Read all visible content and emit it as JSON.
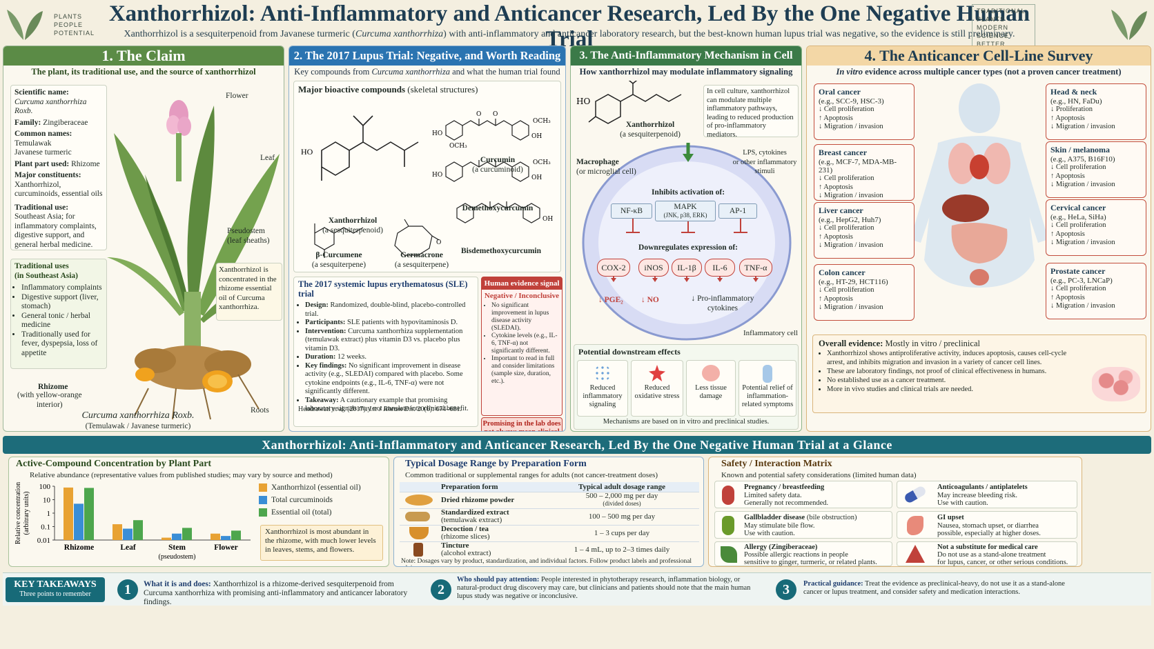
{
  "header": {
    "logo_left": [
      "PLANTS",
      "PEOPLE",
      "POTENTIAL"
    ],
    "title": "Xanthorrhizol: Anti-Inflammatory and Anticancer Research, Led By the One Negative Human Trial",
    "subtitle_a": "Xanthorrhizol is a sesquiterpenoid from Javanese turmeric (",
    "subtitle_italic": "Curcuma xanthorrhiza",
    "subtitle_b": ") with anti-inflammatory and anticancer laboratory research, but the best-known human lupus trial was negative, so the evidence is still preliminary.",
    "logo_right": [
      "TRADITIONAL",
      "PLANTS",
      "MODERN SCIENCE",
      "BETTER HEALTH"
    ]
  },
  "p1": {
    "title": "1. The Claim",
    "sub": "The plant, its traditional use, and the source of xanthorrhizol",
    "facts": [
      {
        "k": "Scientific name:",
        "v": "Curcuma xanthorrhiza Roxb."
      },
      {
        "k": "Family:",
        "v": "Zingiberaceae"
      },
      {
        "k": "Common names:",
        "v": "Temulawak\nJavanese turmeric"
      },
      {
        "k": "Plant part used:",
        "v": "Rhizome"
      },
      {
        "k": "Major constituents:",
        "v": "Xanthorrhizol, curcuminoids, essential oils"
      },
      {
        "k": "Traditional use:",
        "v": "Southeast Asia; for inflammatory complaints, digestive support, and general herbal medicine."
      }
    ],
    "trad_title": "Traditional uses\n(in Southeast Asia)",
    "trad": [
      "Inflammatory complaints",
      "Digestive support (liver, stomach)",
      "General tonic / herbal medicine",
      "Traditionally used for fever, dyspepsia, loss of appetite"
    ],
    "labels": {
      "flower": "Flower",
      "leaf": "Leaf",
      "pseudostem": "Pseudostem\n(leaf sheaths)",
      "rhizome": "Rhizome",
      "rhizome_sub": "(with yellow-orange\ninterior)",
      "roots": "Roots"
    },
    "conc_note": "Xanthorrhizol is concentrated in the rhizome essential oil of Curcuma xanthorrhiza.",
    "caption": "Curcuma xanthorrhiza Roxb.",
    "caption_sub": "(Temulawak / Javanese turmeric)"
  },
  "p2": {
    "title": "2. The 2017 Lupus Trial: Negative, and Worth Reading in Full",
    "sub_a": "Key compounds from ",
    "sub_i": "Curcuma xanthorrhiza",
    "sub_b": " and what the human trial found",
    "comp_title": "Major bioactive compounds",
    "comp_title2": " (skeletal structures)",
    "compounds": [
      {
        "n": "Xanthorrhizol",
        "s": "(a sesquiterpenoid)"
      },
      {
        "n": "Curcumin",
        "s": "(a curcuminoid)"
      },
      {
        "n": "Demethoxycurcumin",
        "s": ""
      },
      {
        "n": "Bisdemethoxycurcumin",
        "s": ""
      },
      {
        "n": "β-Curcumene",
        "s": "(a sesquiterpene)"
      },
      {
        "n": "Germacrone",
        "s": "(a sesquiterpene)"
      }
    ],
    "chem": {
      "ho": "HO",
      "oh": "OH",
      "och3": "OCH₃",
      "o": "O"
    },
    "trial_title": "The 2017 systemic lupus erythematosus (SLE) trial",
    "trial": [
      {
        "k": "Design:",
        "v": "Randomized, double-blind, placebo-controlled trial."
      },
      {
        "k": "Participants:",
        "v": "SLE patients with hypovitaminosis D."
      },
      {
        "k": "Intervention:",
        "v": "Curcuma xanthorrhiza supplementation (temulawak extract) plus vitamin D3 vs. placebo plus vitamin D3."
      },
      {
        "k": "Duration:",
        "v": "12 weeks."
      },
      {
        "k": "Key findings:",
        "v": "No significant improvement in disease activity (e.g., SLEDAI) compared with placebo. Some cytokine endpoints (e.g., IL-6, TNF-α) were not significantly different."
      },
      {
        "k": "Takeaway:",
        "v": "A cautionary example that promising laboratory signals may not translate into clinical benefit."
      }
    ],
    "cite_a": "Hendrawati et al. (2017). ",
    "cite_i": "Int J Rheum Dis.",
    "cite_b": " 20(6): 674–681.",
    "signal_title": "Human evidence signal",
    "signal_verdict": "Negative / Inconclusive",
    "signal": [
      "No significant improvement in lupus disease activity (SLEDAI).",
      "Cytokine levels (e.g., IL-6, TNF-α) not significantly different.",
      "Important to read in full and consider limitations (sample size, duration, etc.)."
    ],
    "signal_foot": "Promising in the lab does not always mean clinical benefit."
  },
  "p3": {
    "title": "3. The Anti-Inflammatory Mechanism in Cell Culture",
    "sub": "How xanthorrhizol may modulate inflammatory signaling",
    "xan": "Xanthorrhizol",
    "xan_sub": "(a sesquiterpenoid)",
    "ho": "HO",
    "note": "In cell culture, xanthorrhizol can modulate multiple inflammatory pathways, leading to reduced production of pro-inflammatory mediators.",
    "macro": "Macrophage",
    "macro_sub": "(or microglial cell)",
    "lps": "LPS, cytokines\nor other inflammatory\nstimuli",
    "inhibits": "Inhibits activation of:",
    "paths": [
      {
        "n": "NF-κB",
        "s": ""
      },
      {
        "n": "MAPK",
        "s": "(JNK, p38, ERK)"
      },
      {
        "n": "AP-1",
        "s": ""
      }
    ],
    "down": "Downregulates expression of:",
    "genes": [
      "COX-2",
      "iNOS",
      "IL-1β",
      "IL-6",
      "TNF-α"
    ],
    "products": [
      "↓ PGE₂",
      "↓ NO",
      "↓ Pro-inflammatory\ncytokines"
    ],
    "cell": "Inflammatory cell",
    "effects_title": "Potential downstream effects",
    "effects": [
      "Reduced inflammatory signaling",
      "Reduced oxidative stress",
      "Less tissue damage",
      "Potential relief of inflammation-related symptoms"
    ],
    "foot": "Mechanisms are based on in vitro and preclinical studies."
  },
  "p4": {
    "title": "4. The Anticancer Cell-Line Survey",
    "sub_i": "In vitro",
    "sub_b": " evidence across multiple cancer types (not a proven cancer treatment)",
    "organs": [
      {
        "n": "Oral cancer",
        "e": "(e.g., SCC-9, HSC-3)",
        "l": [
          "↓ Cell proliferation",
          "↑ Apoptosis",
          "↓ Migration / invasion"
        ]
      },
      {
        "n": "Breast cancer",
        "e": "(e.g., MCF-7, MDA-MB-231)",
        "l": [
          "↓ Cell proliferation",
          "↑ Apoptosis",
          "↓ Migration / invasion"
        ]
      },
      {
        "n": "Liver cancer",
        "e": "(e.g., HepG2, Huh7)",
        "l": [
          "↓ Cell proliferation",
          "↑ Apoptosis",
          "↓ Migration / invasion"
        ]
      },
      {
        "n": "Colon cancer",
        "e": "(e.g., HT-29, HCT116)",
        "l": [
          "↓ Cell proliferation",
          "↑ Apoptosis",
          "↓ Migration / invasion"
        ]
      },
      {
        "n": "Head & neck",
        "e": "(e.g., HN, FaDu)",
        "l": [
          "↓ Proliferation",
          "↑ Apoptosis",
          "↓ Migration / invasion"
        ]
      },
      {
        "n": "Skin / melanoma",
        "e": "(e.g., A375, B16F10)",
        "l": [
          "↓ Cell proliferation",
          "↑ Apoptosis",
          "↓ Migration / invasion"
        ]
      },
      {
        "n": "Cervical cancer",
        "e": "(e.g., HeLa, SiHa)",
        "l": [
          "↓ Cell proliferation",
          "↑ Apoptosis",
          "↓ Migration / invasion"
        ]
      },
      {
        "n": "Prostate cancer",
        "e": "(e.g., PC-3, LNCaP)",
        "l": [
          "↓ Cell proliferation",
          "↑ Apoptosis",
          "↓ Migration / invasion"
        ]
      }
    ],
    "overall_t": "Overall evidence:",
    "overall_v": " Mostly in vitro / preclinical",
    "overall": [
      "Xanthorrhizol shows antiproliferative activity, induces apoptosis, causes cell-cycle arrest, and inhibits migration and invasion in a variety of cancer cell lines.",
      "These are laboratory findings, not proof of clinical effectiveness in humans.",
      "No established use as a cancer treatment.",
      "More in vivo studies and clinical trials are needed."
    ]
  },
  "banner": "Xanthorrhizol: Anti-Inflammatory and Anticancer Research, Led By the One Negative Human Trial at a Glance",
  "chart_data": {
    "type": "bar",
    "title": "Active-Compound Concentration by Plant Part",
    "subtitle": "Relative abundance (representative values from published studies; may vary by source and method)",
    "ylabel": "Relative concentration\n(arbitrary units)",
    "yscale": "log",
    "ylim": [
      0.01,
      100
    ],
    "yticks": [
      "100",
      "10",
      "1",
      "0.1",
      "0.01"
    ],
    "categories": [
      "Rhizome",
      "Leaf",
      "Stem",
      "Flower"
    ],
    "category_sub": [
      "",
      "",
      "(pseudostem)",
      ""
    ],
    "series": [
      {
        "name": "Xanthorrhizol (essential oil)",
        "color": "#e8a233",
        "values": [
          80,
          0.15,
          0.015,
          0.03
        ]
      },
      {
        "name": "Total curcuminoids",
        "color": "#3a8ed6",
        "values": [
          5,
          0.07,
          0.03,
          0.02
        ]
      },
      {
        "name": "Essential oil (total)",
        "color": "#4da64d",
        "values": [
          75,
          0.3,
          0.08,
          0.05
        ]
      }
    ],
    "note": "Xanthorrhizol is most abundant in the rhizome, with much lower levels in leaves, stems, and flowers."
  },
  "dose": {
    "title": "Typical Dosage Range by Preparation Form",
    "sub": "Common traditional or supplemental ranges for adults (not cancer-treatment doses)",
    "h1": "Preparation form",
    "h2": "Typical adult dosage range",
    "rows": [
      {
        "f": "Dried rhizome powder",
        "fs": "",
        "d": "500 – 2,000 mg per day",
        "ds": "(divided doses)"
      },
      {
        "f": "Standardized extract",
        "fs": "(temulawak extract)",
        "d": "100 – 500 mg per day",
        "ds": ""
      },
      {
        "f": "Decoction / tea",
        "fs": "(rhizome slices)",
        "d": "1 – 3 cups per day",
        "ds": ""
      },
      {
        "f": "Tincture",
        "fs": "(alcohol extract)",
        "d": "1 – 4 mL, up to 2–3 times daily",
        "ds": ""
      }
    ],
    "note": "Note: Dosages vary by product, standardization, and individual factors. Follow product labels and professional advice."
  },
  "safety": {
    "title": "Safety / Interaction Matrix",
    "sub": "Known and potential safety considerations (limited human data)",
    "items": [
      {
        "t": "Pregnancy / breastfeeding",
        "l": [
          "Limited safety data.",
          "Generally not recommended."
        ]
      },
      {
        "t": "Anticoagulants / antiplatelets",
        "l": [
          "May increase bleeding risk.",
          "Use with caution."
        ]
      },
      {
        "t": "Gallbladder disease",
        "t2": " (bile obstruction)",
        "l": [
          "May stimulate bile flow.",
          "Use with caution."
        ]
      },
      {
        "t": "GI upset",
        "l": [
          "Nausea, stomach upset, or diarrhea",
          "possible, especially at higher doses."
        ]
      },
      {
        "t": "Allergy (Zingiberaceae)",
        "l": [
          "Possible allergic reactions in people",
          "sensitive to ginger, turmeric, or related plants."
        ]
      },
      {
        "t": "Not a substitute for medical care",
        "l": [
          "Do not use as a stand-alone treatment",
          "for lupus, cancer, or other serious conditions."
        ]
      }
    ]
  },
  "key": {
    "t1": "KEY TAKEAWAYS",
    "t2": "Three points to remember",
    "items": [
      {
        "n": "1",
        "h": "What it is and does:",
        "b": " Xanthorrhizol is a rhizome-derived sesquiterpenoid from Curcuma xanthorrhiza with promising anti-inflammatory and anticancer laboratory findings."
      },
      {
        "n": "2",
        "h": "Who should pay attention:",
        "b": " People interested in phytotherapy research, inflammation biology, or natural-product drug discovery may care, but clinicians and patients should note that the main human lupus study was negative or inconclusive."
      },
      {
        "n": "3",
        "h": "Practical guidance:",
        "b": " Treat the evidence as preclinical-heavy, do not use it as a stand-alone cancer or lupus treatment, and consider safety and medication interactions."
      }
    ]
  }
}
